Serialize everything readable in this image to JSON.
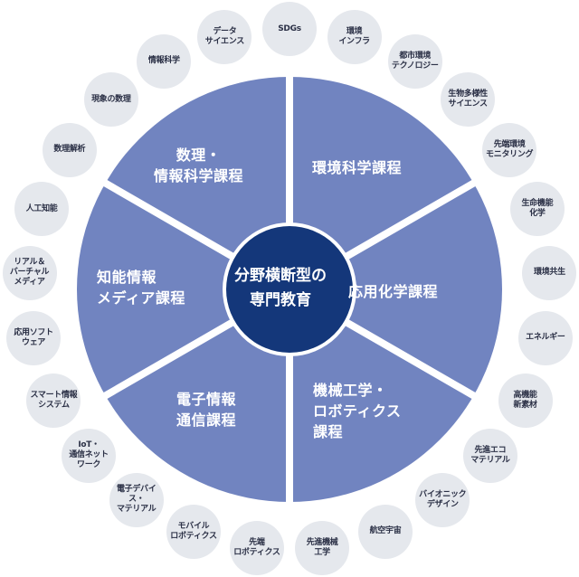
{
  "colors": {
    "segment_fill": "#7184c0",
    "divider": "#ffffff",
    "center_fill": "#14377a",
    "bubble_fill": "#e5e8ed",
    "bubble_text": "#2b3046",
    "course_text": "#ffffff"
  },
  "center": {
    "label": "分野横断型の\n専門教育"
  },
  "courses": [
    {
      "id": "info-math",
      "label": "数理・\n情報科学課程"
    },
    {
      "id": "env-science",
      "label": "環境科学課程"
    },
    {
      "id": "applied-chem",
      "label": "応用化学課程"
    },
    {
      "id": "mech-robotics",
      "label": "機械工学・\nロボティクス\n課程"
    },
    {
      "id": "electronics",
      "label": "電子情報\n通信課程"
    },
    {
      "id": "intelligent-media",
      "label": "知能情報\nメディア課程"
    }
  ],
  "fields": [
    {
      "label": "SDGs"
    },
    {
      "label": "環境\nインフラ"
    },
    {
      "label": "都市環境\nテクノロジー"
    },
    {
      "label": "生物多様性\nサイエンス"
    },
    {
      "label": "先端環境\nモニタリング"
    },
    {
      "label": "生命機能\n化学"
    },
    {
      "label": "環境共生"
    },
    {
      "label": "エネルギー"
    },
    {
      "label": "高機能\n新素材"
    },
    {
      "label": "先進エコ\nマテリアル"
    },
    {
      "label": "バイオニック\nデザイン"
    },
    {
      "label": "航空宇宙"
    },
    {
      "label": "先進機械\n工学"
    },
    {
      "label": "先端\nロボティクス"
    },
    {
      "label": "モバイル\nロボティクス"
    },
    {
      "label": "電子デバイス・\nマテリアル"
    },
    {
      "label": "IoT・\n通信ネット\nワーク"
    },
    {
      "label": "スマート情報\nシステム"
    },
    {
      "label": "応用ソフト\nウェア"
    },
    {
      "label": "リアル＆\nバーチャル\nメディア"
    },
    {
      "label": "人工知能"
    },
    {
      "label": "数理解析"
    },
    {
      "label": "現象の数理"
    },
    {
      "label": "情報科学"
    },
    {
      "label": "データ\nサイエンス"
    }
  ]
}
